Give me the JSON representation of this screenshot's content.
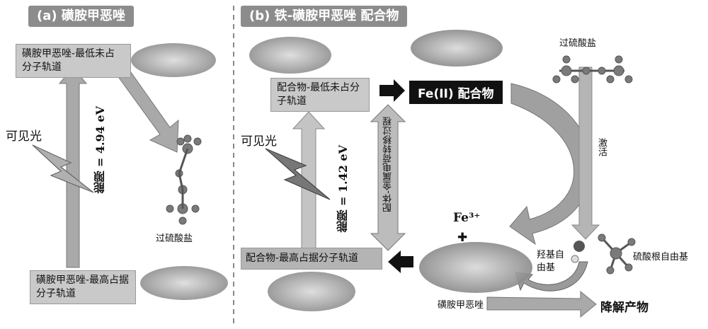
{
  "panel_a": {
    "header": "(a) 磺胺甲恶唑",
    "lumo": "磺胺甲恶唑-最低未占分子轨道",
    "homo": "磺胺甲恶唑-最高占据分子轨道",
    "visible_light": "可见光",
    "gap": "能隙 = 4.94 eV",
    "persulfate": "过硫酸盐"
  },
  "panel_b": {
    "header": "(b) 铁-磺胺甲恶唑 配合物",
    "lumo": "配合物-最低未占分子轨道",
    "homo": "配合物-最高占据分子轨道",
    "visible_light": "可见光",
    "gap": "能隙 = 1.42 eV",
    "lmct": "配体-金属电荷转移过程",
    "fe2_complex": "Fe(II) 配合物",
    "persulfate": "过硫酸盐",
    "activation": "激活",
    "fe3": "Fe³⁺",
    "plus": "✚",
    "hydroxyl_radical": "羟基自由基",
    "sulfate_radical": "硫酸根自由基",
    "smx": "磺胺甲恶唑",
    "degradation": "降解产物"
  }
}
